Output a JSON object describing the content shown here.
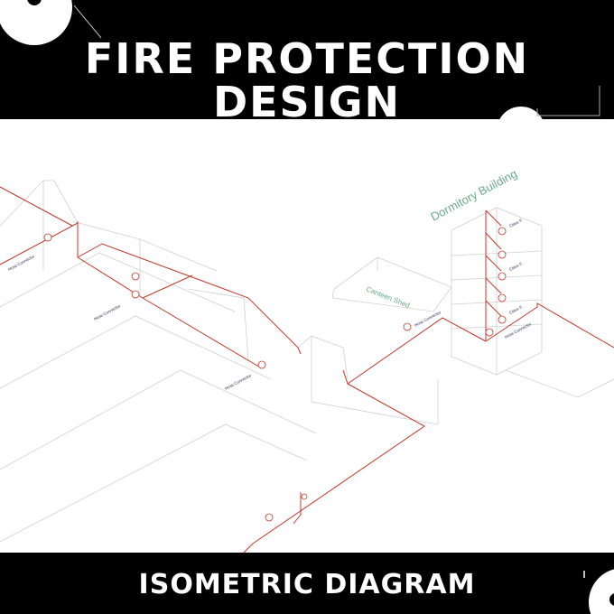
{
  "header": {
    "title_line1": "FIRE PROTECTION",
    "title_line2": "DESIGN"
  },
  "footer": {
    "subtitle": "ISOMETRIC DIAGRAM"
  },
  "diagram": {
    "buildings": {
      "dormitory": "Dormitory Building",
      "canteen": "Canteen Shed"
    },
    "labels": {
      "hose_connector": "Hose Connector",
      "class": "Class II"
    }
  },
  "colors": {
    "background": "#000000",
    "pipe": "#c0392b",
    "outline": "#c8c8c8",
    "building_label": "#6aa88a",
    "annotation": "#2c2c5a"
  }
}
